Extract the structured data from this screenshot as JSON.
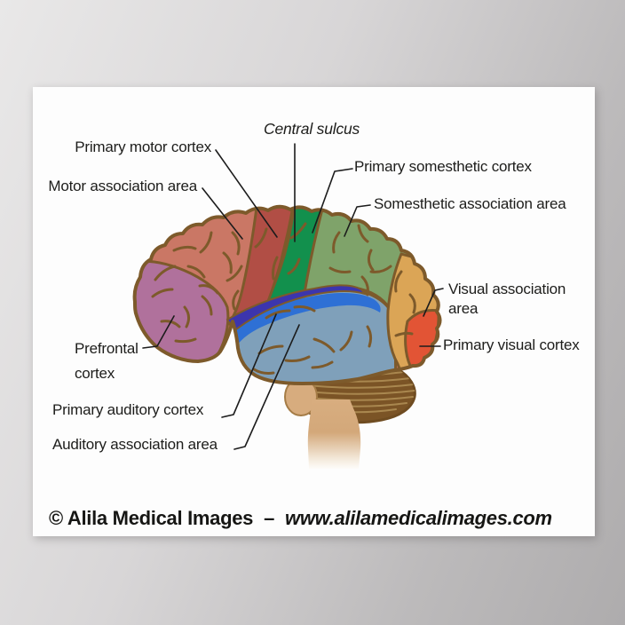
{
  "poster": {
    "labels": {
      "central_sulcus": "Central sulcus",
      "primary_motor_cortex": "Primary motor cortex",
      "motor_association_area": "Motor association area",
      "primary_somesthetic_cortex": "Primary somesthetic cortex",
      "somesthetic_association_area": "Somesthetic association area",
      "visual_association_area": "Visual association area",
      "primary_visual_cortex": "Primary visual cortex",
      "prefrontal_cortex": "Prefrontal cortex",
      "primary_auditory_cortex": "Primary auditory cortex",
      "auditory_association_area": "Auditory association area"
    },
    "credit": {
      "copyright": "© Alila Medical Images",
      "separator": "–",
      "website": "www.alilamedicalimages.com"
    },
    "palette": {
      "frontal": "#ca7765",
      "primary_motor": "#b14e45",
      "primary_somesthetic": "#12904d",
      "somesthetic_assoc": "#7fa36a",
      "prefrontal": "#b0719c",
      "temporal": "#7fa0ba",
      "auditory_assoc": "#2e70d5",
      "primary_auditory": "#3c35ad",
      "visual_assoc": "#dba556",
      "primary_visual": "#e25435",
      "cerebellum": "#7b5426",
      "cerebellum_stripe": "#a9874f",
      "brainstem": "#d7ac7e",
      "outline": "#7d5a2b",
      "leader_line": "#1c1c1c"
    }
  }
}
